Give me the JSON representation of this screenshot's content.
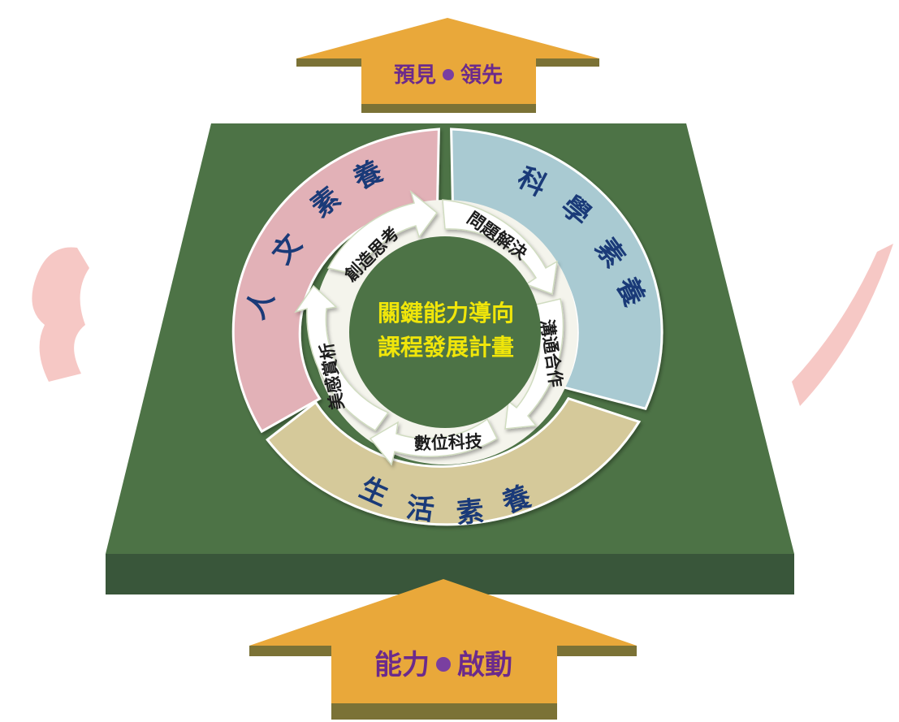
{
  "top_arrow": {
    "label_left": "預見",
    "label_right": "領先"
  },
  "bottom_arrow": {
    "label_left": "能力",
    "label_right": "啟動"
  },
  "center": {
    "line1": "關鍵能力導向",
    "line2": "課程發展計畫"
  },
  "literacies": {
    "humanities": [
      "人",
      "文",
      "素",
      "養"
    ],
    "science": [
      "科",
      "學",
      "素",
      "養"
    ],
    "life": [
      "生",
      "活",
      "素",
      "養"
    ]
  },
  "abilities": {
    "creative": "創造思考",
    "problem": "問題解決",
    "communication": "溝通合作",
    "digital": "數位科技",
    "aesthetic": "美感賞析"
  },
  "colors": {
    "platform_top": "#4d7346",
    "platform_front": "#39563a",
    "arrow_fill": "#e9a83a",
    "arrow_shadow": "#7b7236",
    "arrow_text": "#6b2a8c",
    "dot": "#7a3fa0",
    "humanities": "#e2b1b7",
    "science": "#a9cad2",
    "life": "#d5c99a",
    "ring_text": "#1a3a78",
    "center_text": "#f0e60a",
    "watermark": "#f6c8c5"
  }
}
